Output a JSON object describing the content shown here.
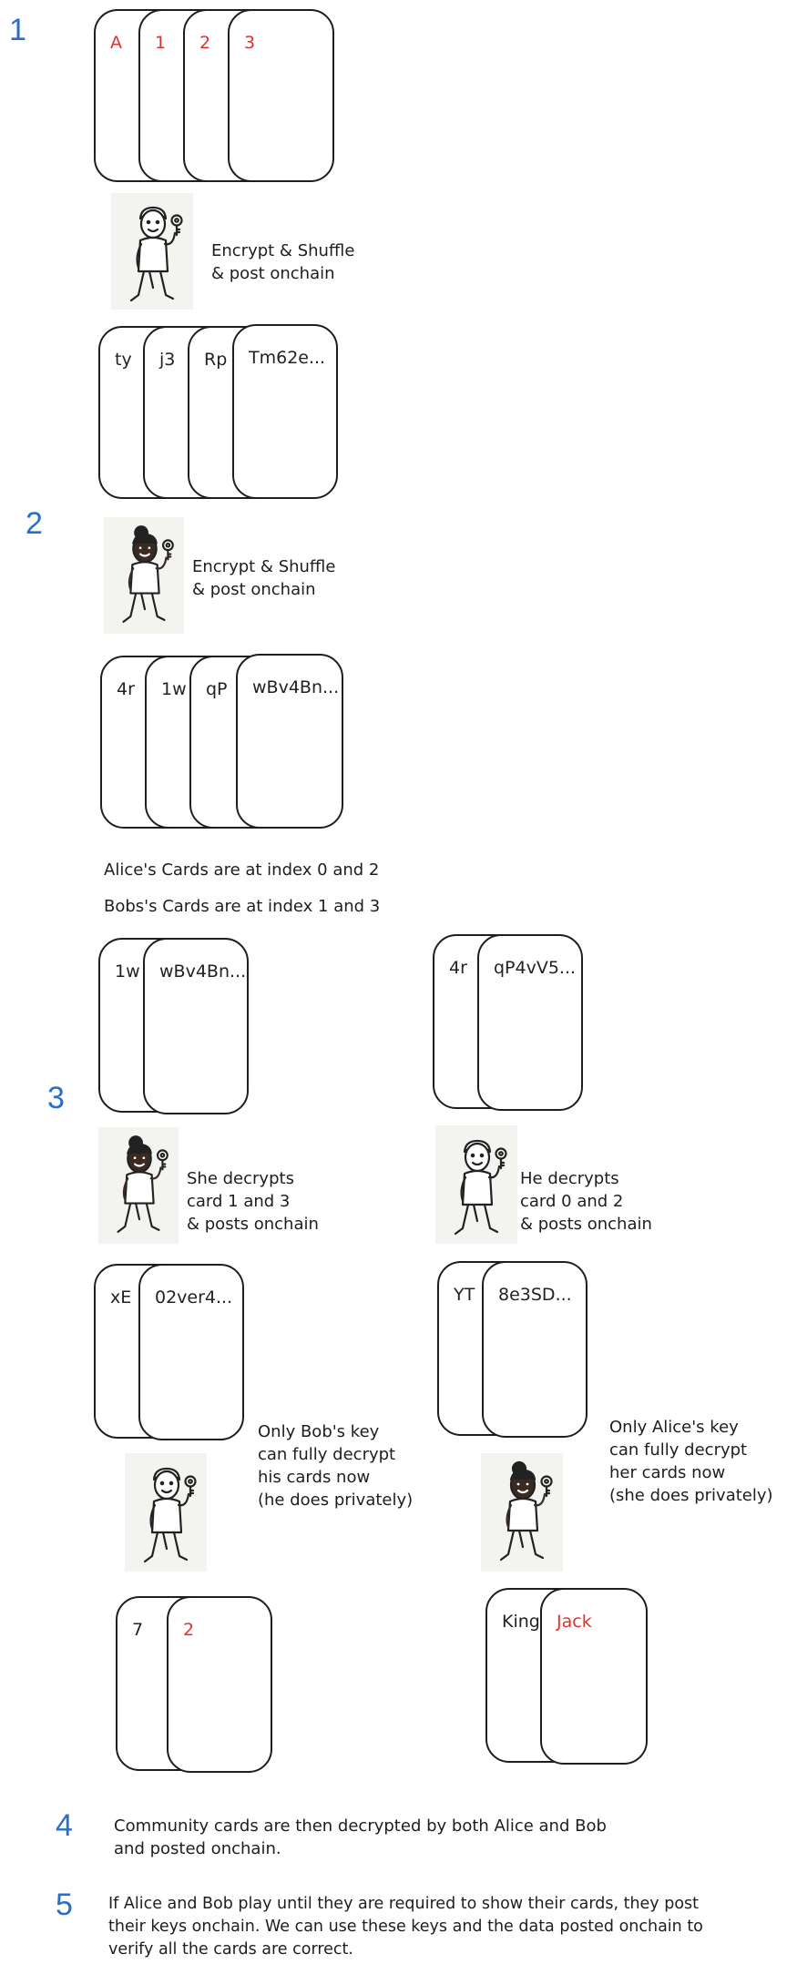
{
  "steps": [
    "1",
    "2",
    "3",
    "4",
    "5"
  ],
  "colors": {
    "step_blue": "#2a6fc6",
    "red_text": "#e03131",
    "ink": "#1e1e1e"
  },
  "section1": {
    "plain_cards": [
      "A",
      "1",
      "2",
      "3"
    ],
    "bob_caption": "Encrypt & Shuffle\n& post onchain",
    "encrypted_cards": [
      "ty",
      "j3",
      "Rp",
      "Tm62e..."
    ]
  },
  "section2": {
    "alice_caption": "Encrypt & Shuffle\n& post onchain",
    "encrypted_cards": [
      "4r",
      "1w",
      "qP",
      "wBv4Bn..."
    ],
    "alice_index_note": "Alice's Cards are at index 0 and 2",
    "bob_index_note": "Bobs's Cards are at index 1 and 3"
  },
  "section3": {
    "left": {
      "cards_before": [
        "1w",
        "wBv4Bn..."
      ],
      "caption": "She decrypts\ncard 1 and 3\n& posts onchain",
      "cards_after": [
        "xE",
        "02ver4..."
      ],
      "final_caption": "Only Bob's key\ncan fully decrypt\nhis cards now\n(he does privately)",
      "final_cards": [
        "7",
        "2"
      ]
    },
    "right": {
      "cards_before": [
        "4r",
        "qP4vV5..."
      ],
      "caption": "He decrypts\ncard 0 and 2\n& posts onchain",
      "cards_after": [
        "YT",
        "8e3SD..."
      ],
      "final_caption": "Only Alice's key\ncan fully decrypt\nher cards now\n(she does privately)",
      "final_cards": [
        "King",
        "Jack"
      ]
    }
  },
  "section4": {
    "text": "Community cards are then decrypted by both Alice and Bob\nand posted onchain."
  },
  "section5": {
    "text": "If Alice and Bob play until they are required to show their cards, they post\ntheir keys onchain. We can use these keys and the data posted onchain to\nverify all the cards are correct."
  },
  "people": {
    "bob_icon": "bob-holding-key-icon",
    "alice_icon": "alice-holding-key-icon"
  }
}
